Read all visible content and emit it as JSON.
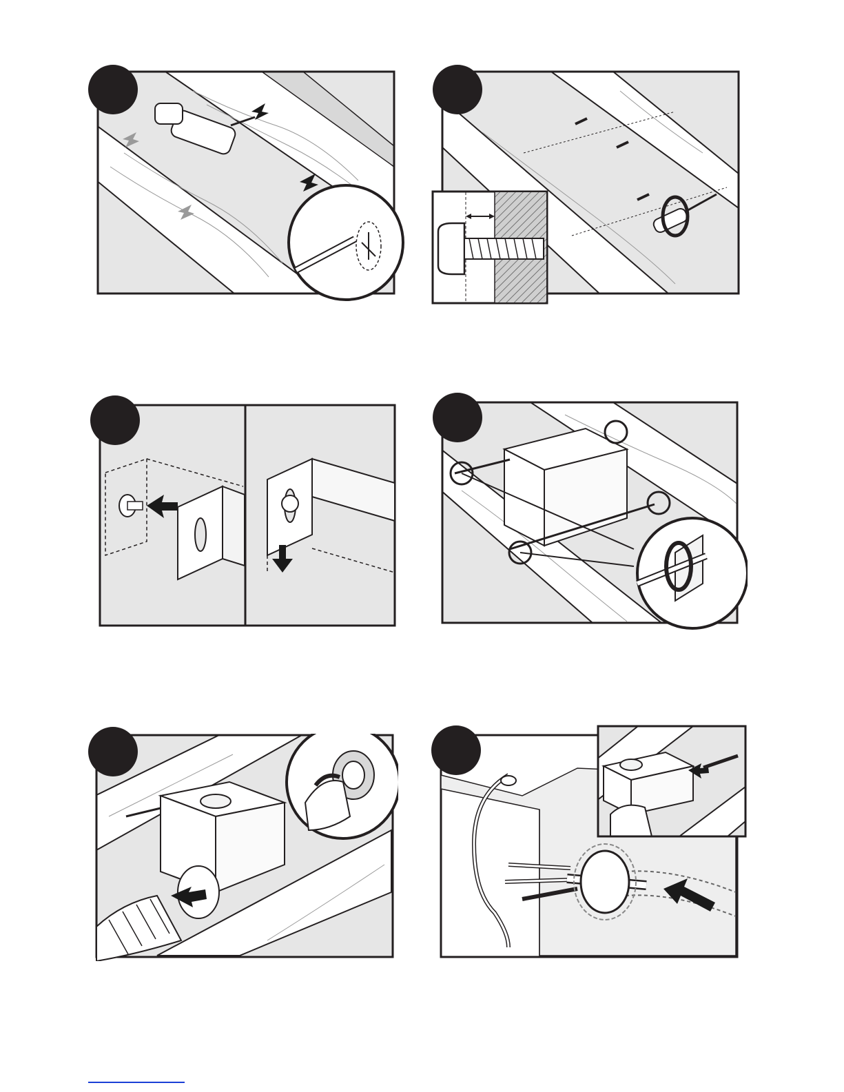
{
  "document": {
    "type": "installation-instructions-illustrations",
    "steps": [
      {
        "id": "drill-pilot-holes",
        "depicts": "drill-icon"
      },
      {
        "id": "drive-mounting-screws",
        "depicts": "screwdriver-icon"
      },
      {
        "id": "hang-bracket-on-screw",
        "depicts": "bracket-icon"
      },
      {
        "id": "tighten-housing-to-joists",
        "depicts": "housing-box-icon"
      },
      {
        "id": "attach-duct-to-collar",
        "depicts": "duct-icon"
      },
      {
        "id": "route-cable-through-connector",
        "depicts": "cable-icon"
      }
    ]
  },
  "colors": {
    "line": "#231f20",
    "panel": "#e6e6e6",
    "wood": "#ffffff",
    "badge": "#231f20",
    "arrow": "#1a1a1a",
    "ghost_arrow": "#9a9a9a",
    "footer_link": "#1a3fd6"
  }
}
